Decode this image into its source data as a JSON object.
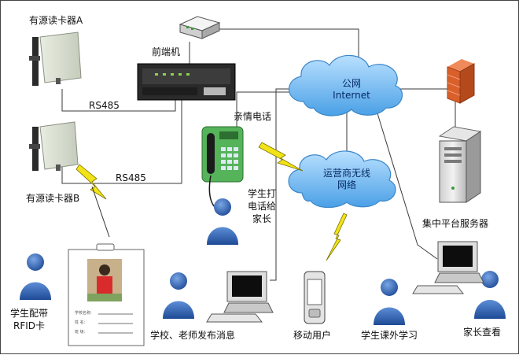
{
  "labels": {
    "reader_a": "有源读卡器A",
    "reader_b": "有源读卡器B",
    "frontend": "前端机",
    "rs485_top": "RS485",
    "rs485_bottom": "RS485",
    "phone_title": "亲情电话",
    "student_call_line1": "学生打",
    "student_call_line2": "电话给",
    "student_call_line3": "家长",
    "internet_line1": "公网",
    "internet_line2": "Internet",
    "wireless_line1": "运营商无线",
    "wireless_line2": "网络",
    "server": "集中平台服务器",
    "student_rfid_line1": "学生配带",
    "student_rfid_line2": "RFID卡",
    "school_publish": "学校、老师发布消息",
    "mobile_user": "移动用户",
    "student_study": "学生课外学习",
    "parent_view": "家长查看"
  },
  "badge": {
    "line1": "学校名称:",
    "line2": "姓  名:",
    "line3": "班  级:"
  },
  "icons": {
    "reader": "rfid-reader-icon",
    "router": "router-icon",
    "controller": "frontend-controller-icon",
    "phone": "payphone-icon",
    "firewall": "firewall-icon",
    "server": "server-icon",
    "person": "person-icon",
    "computer": "computer-icon",
    "mobile": "mobile-phone-icon",
    "badge": "id-badge-icon",
    "lightning": "wireless-signal-icon"
  },
  "colors": {
    "person": "#2f5fae",
    "cloud": "#6fb6f0",
    "firewall": "#d9602a",
    "lightning": "#f2e318",
    "line": "#3a3a3a"
  }
}
